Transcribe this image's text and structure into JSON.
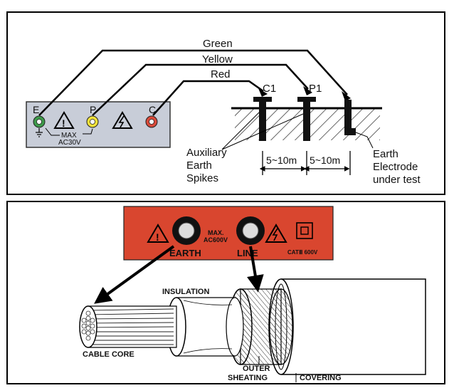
{
  "top_diagram": {
    "wires": {
      "green": "Green",
      "yellow": "Yellow",
      "red": "Red"
    },
    "terminals": {
      "e": "E",
      "p": "P",
      "c": "C"
    },
    "max_line1": "MAX",
    "max_line2": "AC30V",
    "spikes": {
      "c1": "C1",
      "p1": "P1"
    },
    "auxiliary": [
      "Auxiliary",
      "Earth",
      "Spikes"
    ],
    "electrode": [
      "Earth",
      "Electrode",
      "under test"
    ],
    "distance1": "5~10m",
    "distance2": "5~10m",
    "colors": {
      "panel": "#c8cdd8",
      "green_ring": "#3d9a4a",
      "yellow_ring": "#f2e23a",
      "red_ring": "#d94a3a"
    }
  },
  "bottom_diagram": {
    "earth": "EARTH",
    "line": "LINE",
    "max_line1": "MAX.",
    "max_line2": "AC600V",
    "cat": "CATⅢ 600V",
    "insulation": "INSULATION",
    "cable_core": "CABLE CORE",
    "outer_line1": "OUTER",
    "outer_line2": "SHEATING",
    "covering": "COVERING",
    "colors": {
      "panel": "#d9462f"
    }
  }
}
